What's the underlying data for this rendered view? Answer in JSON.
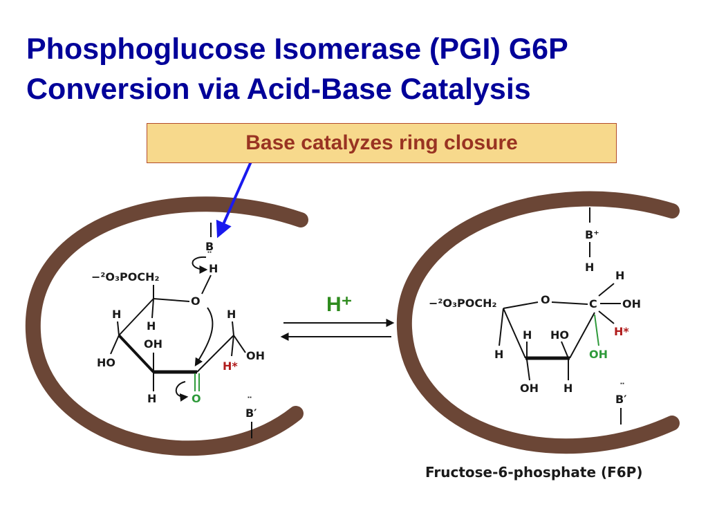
{
  "title": {
    "line1": "Phosphoglucose Isomerase (PGI) G6P",
    "line2": "Conversion via Acid-Base Catalysis"
  },
  "callout": {
    "text": "Base catalyzes ring closure"
  },
  "catalyst_label": "H⁺",
  "left_molecule": {
    "base_top": "B",
    "base_dots": "¨",
    "h_on_oxygen": "H",
    "phosphate_group": "−²O₃POCH₂",
    "ring_oxygen": "O",
    "h1": "H",
    "h2": "H",
    "ho": "HO",
    "oh": "OH",
    "h3": "H",
    "h_ch": "H",
    "oh_ch": "OH",
    "h_star": "H*",
    "carbonyl_o": "O",
    "base_bottom": "B′"
  },
  "right_molecule": {
    "base_top": "B⁺",
    "h_on_base": "H",
    "phosphate_group": "−²O₃POCH₂",
    "ring_oxygen": "O",
    "carbon": "C",
    "h_top": "H",
    "oh_right": "OH",
    "h_star": "H*",
    "h_left": "H",
    "h_mid": "H",
    "ho_mid": "HO",
    "oh_green": "OH",
    "oh_bottom": "OH",
    "h_bottom": "H",
    "base_bottom": "B′"
  },
  "caption": "Fructose-6-phosphate (F6P)"
}
